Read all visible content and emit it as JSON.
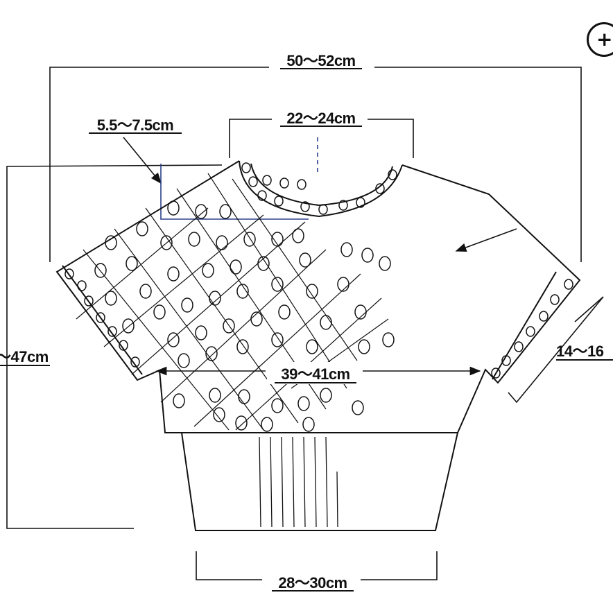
{
  "diagram": {
    "labels": {
      "total_width": "50〜52cm",
      "neck_width": "22〜24cm",
      "neck_drop": "5.5〜7.5cm",
      "body_length": "〜47cm",
      "chest_width": "39〜41cm",
      "sleeve_opening": "14〜16",
      "hem_width": "28〜30cm"
    },
    "corner_icon": "zoom-in-icon",
    "corner_glyph": "+",
    "colors": {
      "line": "#111111",
      "accent": "#2a3f8a"
    }
  }
}
